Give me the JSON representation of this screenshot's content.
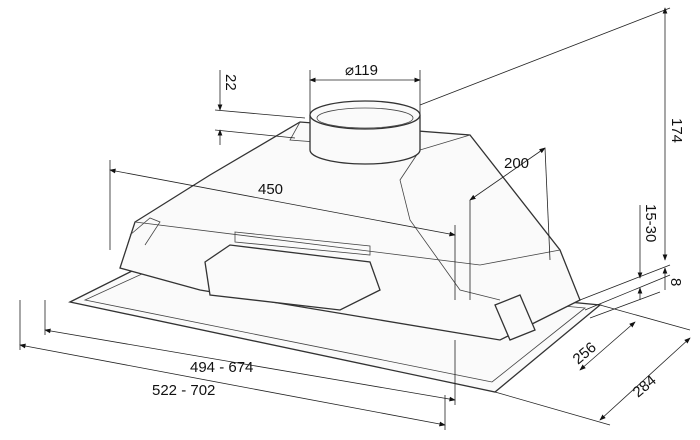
{
  "dimensions": {
    "duct_diameter": "⌀119",
    "duct_height": "22",
    "total_height": "174",
    "depth_body": "200",
    "width_body": "450",
    "adjust_range": "15-30",
    "flange_thickness": "8",
    "depth_inner": "256",
    "depth_outer": "284",
    "width_inner": "494 - 674",
    "width_outer": "522 - 702"
  }
}
